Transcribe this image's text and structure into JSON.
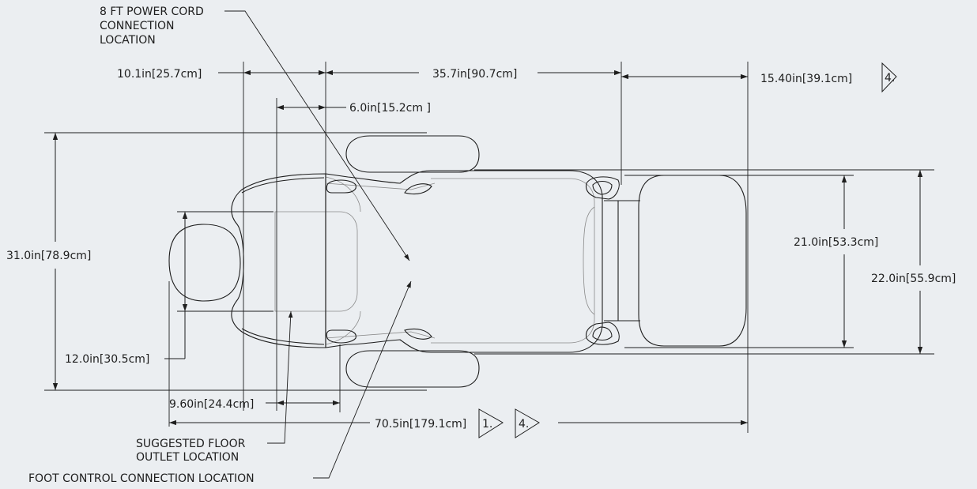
{
  "labels": {
    "power_cord": [
      "8 FT POWER CORD",
      "CONNECTION",
      "LOCATION"
    ],
    "floor_outlet": [
      "SUGGESTED FLOOR",
      "OUTLET LOCATION"
    ],
    "foot_control": "FOOT CONTROL CONNECTION LOCATION"
  },
  "dimensions": {
    "d_10_1": "10.1in[25.7cm]",
    "d_35_7": "35.7in[90.7cm]",
    "d_15_40": "15.40in[39.1cm]",
    "d_6_0": "6.0in[15.2cm ]",
    "d_31_0": "31.0in[78.9cm]",
    "d_12_0": "12.0in[30.5cm]",
    "d_21_0": "21.0in[53.3cm]",
    "d_22_0": "22.0in[55.9cm]",
    "d_9_60": "9.60in[24.4cm]",
    "d_70_5": "70.5in[179.1cm]"
  },
  "notes": {
    "n1": "1.",
    "n4a": "4.",
    "n4b": "4."
  },
  "colors": {
    "background": "#ebeef1",
    "line": "#1e1e1e",
    "hidden_line": "#8a8a8a"
  }
}
